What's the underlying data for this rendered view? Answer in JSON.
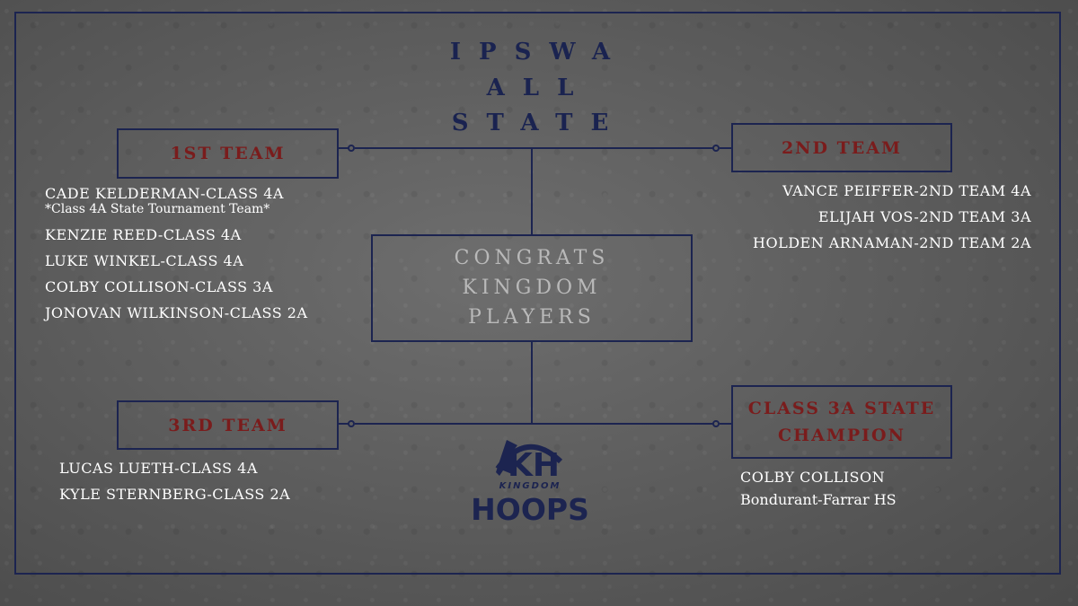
{
  "title_lines": [
    "IPSWA",
    "ALL",
    "STATE"
  ],
  "boxes": {
    "first_team": "1ST TEAM",
    "second_team": "2ND TEAM",
    "third_team": "3RD TEAM",
    "champion_line1": "CLASS 3A STATE",
    "champion_line2": "CHAMPION"
  },
  "center": [
    "CONGRATS",
    "KINGDOM",
    "PLAYERS"
  ],
  "first_team_players": [
    "CADE KELDERMAN-CLASS 4A",
    "KENZIE REED-CLASS 4A",
    "LUKE WINKEL-CLASS 4A",
    "COLBY COLLISON-CLASS 3A",
    "JONOVAN WILKINSON-CLASS 2A"
  ],
  "first_team_note": "*Class 4A State Tournament Team*",
  "second_team_players": [
    "VANCE PEIFFER-2ND TEAM 4A",
    "ELIJAH VOS-2ND TEAM 3A",
    "HOLDEN ARNAMAN-2ND TEAM 2A"
  ],
  "third_team_players": [
    "LUCAS LUETH-CLASS 4A",
    "KYLE STERNBERG-CLASS 2A"
  ],
  "champion": {
    "name": "COLBY COLLISON",
    "school": "Bondurant-Farrar HS"
  },
  "logo": {
    "word1": "KINGDOM",
    "word2": "HOOPS",
    "letters": "KH"
  },
  "colors": {
    "navy": "#1c2450",
    "maroon": "#7a1c1c",
    "background": "#5e5e5e"
  }
}
